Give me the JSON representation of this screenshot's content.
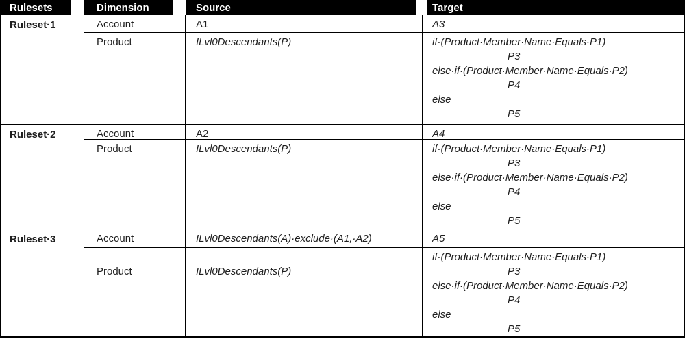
{
  "header": {
    "rulesets": "Rulesets",
    "dimension": "Dimension",
    "source": "Source",
    "target": "Target"
  },
  "colors": {
    "header_bg": "#000000",
    "header_text": "#ffffff",
    "border": "#000000",
    "body_text": "#1f1f1f",
    "page_bg": "#ffffff"
  },
  "rulesets": [
    {
      "name": "Ruleset·1",
      "rows": [
        {
          "dimension": {
            "italic": false,
            "lines": [
              "Account"
            ]
          },
          "source": {
            "italic": false,
            "lines": [
              "A1"
            ]
          },
          "target": {
            "italic": true,
            "lines": [
              "A3"
            ]
          }
        },
        {
          "dimension": {
            "italic": false,
            "lines": [
              "Product"
            ]
          },
          "source": {
            "italic": true,
            "lines": [
              "ILvl0Descendants(P)"
            ]
          },
          "target": {
            "italic": true,
            "lines": [
              "if·(Product·Member·Name·Equals·P1)",
              "\tP3",
              "else·if·(Product·Member·Name·Equals·P2)",
              "\tP4",
              "else",
              "\tP5"
            ]
          }
        }
      ]
    },
    {
      "name": "Ruleset·2",
      "rows": [
        {
          "dimension": {
            "italic": false,
            "lines": [
              "Account"
            ]
          },
          "source": {
            "italic": false,
            "lines": [
              "A2"
            ]
          },
          "target": {
            "italic": true,
            "lines": [
              "A4"
            ]
          }
        },
        {
          "dimension": {
            "italic": false,
            "lines": [
              "Product"
            ]
          },
          "source": {
            "italic": true,
            "lines": [
              "ILvl0Descendants(P)"
            ]
          },
          "target": {
            "italic": true,
            "lines": [
              "if·(Product·Member·Name·Equals·P1)",
              "\tP3",
              "else·if·(Product·Member·Name·Equals·P2)",
              "\tP4",
              "else",
              "\tP5"
            ]
          }
        }
      ]
    },
    {
      "name": "Ruleset·3",
      "rows": [
        {
          "dimension": {
            "italic": false,
            "lines": [
              "Account"
            ]
          },
          "source": {
            "italic": true,
            "lines": [
              "ILvl0Descendants(A)·exclude·(A1,·A2)"
            ]
          },
          "target": {
            "italic": true,
            "lines": [
              "A5"
            ]
          }
        },
        {
          "dimension": {
            "italic": false,
            "lines": [
              "",
              "Product"
            ]
          },
          "source": {
            "italic": true,
            "lines": [
              "",
              "ILvl0Descendants(P)"
            ]
          },
          "target": {
            "italic": true,
            "lines": [
              "if·(Product·Member·Name·Equals·P1)",
              "\tP3",
              "else·if·(Product·Member·Name·Equals·P2)",
              "\tP4",
              "else",
              "\tP5"
            ]
          }
        }
      ]
    }
  ]
}
